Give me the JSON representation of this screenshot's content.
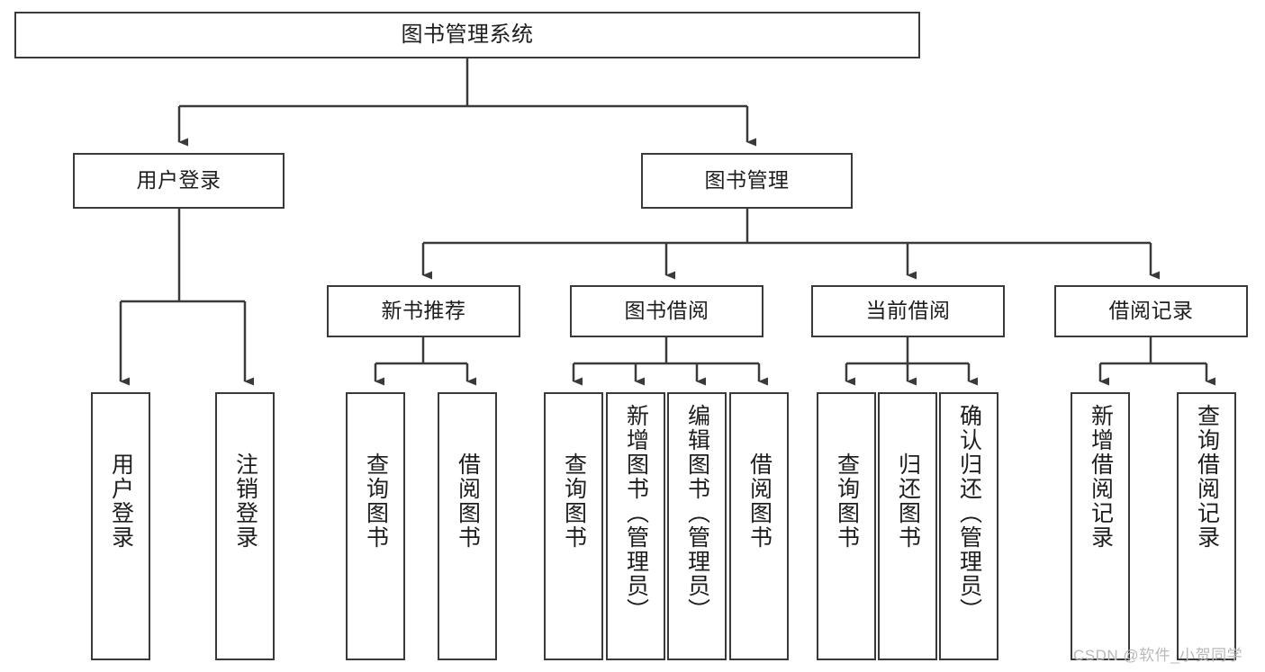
{
  "diagram": {
    "title": "图书管理系统",
    "watermark": "CSDN @软件_小贺同学",
    "colors": {
      "stroke": "#3a3a3a",
      "fill": "#ffffff",
      "text": "#1d1d1d",
      "watermark": "#b9b9b9"
    },
    "root": {
      "label": "图书管理系统"
    },
    "level1": [
      {
        "label": "用户登录"
      },
      {
        "label": "图书管理"
      }
    ],
    "level2": [
      {
        "label": "新书推荐"
      },
      {
        "label": "图书借阅"
      },
      {
        "label": "当前借阅"
      },
      {
        "label": "借阅记录"
      }
    ],
    "leaves": {
      "user_login": [
        {
          "label": "用户登录"
        },
        {
          "label": "注销登录"
        }
      ],
      "new_book_recommend": [
        {
          "label": "查询图书"
        },
        {
          "label": "借阅图书"
        }
      ],
      "book_borrow": [
        {
          "label": "查询图书"
        },
        {
          "label": "新增图书（管理员）"
        },
        {
          "label": "编辑图书（管理员）"
        },
        {
          "label": "借阅图书"
        }
      ],
      "current_borrow": [
        {
          "label": "查询图书"
        },
        {
          "label": "归还图书"
        },
        {
          "label": "确认归还（管理员）"
        }
      ],
      "borrow_record": [
        {
          "label": "新增借阅记录"
        },
        {
          "label": "查询借阅记录"
        }
      ]
    }
  }
}
